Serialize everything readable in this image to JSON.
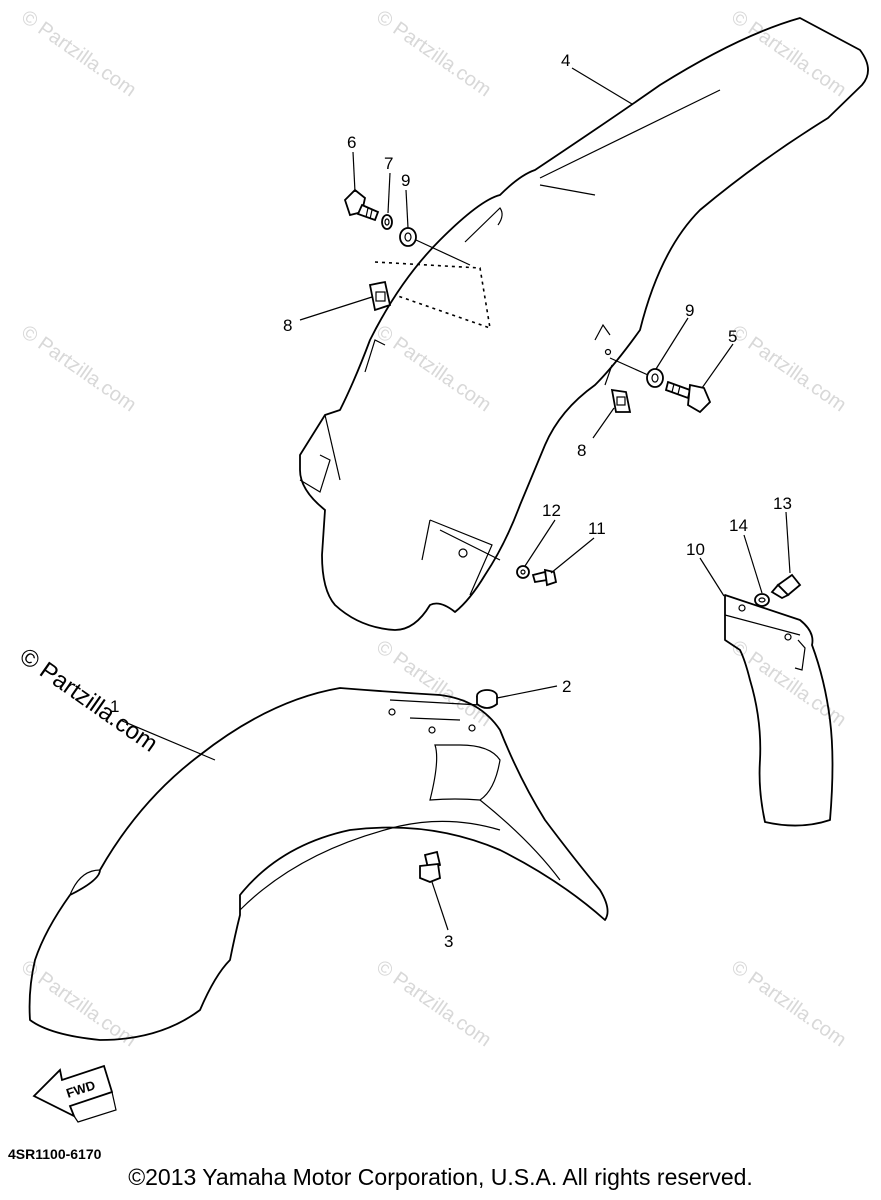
{
  "watermark_text": "© Partzilla.com",
  "drawing_code": "4SR1100-6170",
  "copyright": "©2013  Yamaha Motor Corporation, U.S.A. All rights reserved.",
  "fwd_label": "FWD",
  "callouts": [
    "1",
    "2",
    "3",
    "4",
    "5",
    "6",
    "7",
    "8",
    "8",
    "9",
    "9",
    "10",
    "11",
    "12",
    "13",
    "14"
  ]
}
